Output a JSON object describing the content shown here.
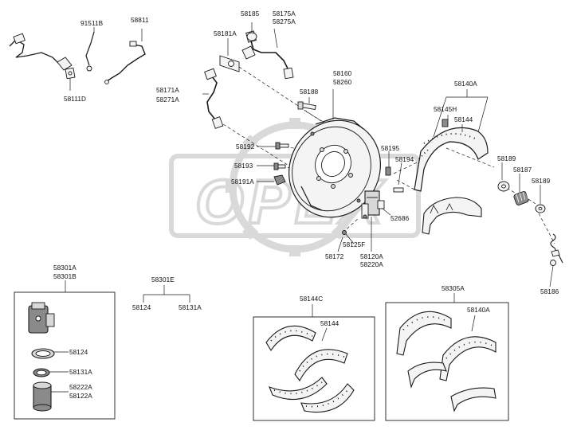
{
  "watermark": "OPEX",
  "colors": {
    "line": "#1a1a1a",
    "watermark": "#d9d9d9",
    "fill_light": "#f4f4f4",
    "fill_mid": "#d8d8d8",
    "fill_dark": "#8a8a8a"
  },
  "labels": {
    "p91511B": "91511B",
    "p58811": "58811",
    "p58111D": "58111D",
    "p58185": "58185",
    "p58175A": "58175A",
    "p58275A": "58275A",
    "p58181A": "58181A",
    "p58171A": "58171A",
    "p58271A": "58271A",
    "p58188": "58188",
    "p58160": "58160",
    "p58260": "58260",
    "p58140A_top": "58140A",
    "p58145H": "58145H",
    "p58144_top": "58144",
    "p58192": "58192",
    "p58195": "58195",
    "p58194": "58194",
    "p58193": "58193",
    "p58191A": "58191A",
    "p58189a": "58189",
    "p58187": "58187",
    "p58189b": "58189",
    "p52686": "52686",
    "p58125F": "58125F",
    "p58172": "58172",
    "p58120A": "58120A",
    "p58220A": "58220A",
    "p58186": "58186",
    "p58301A": "58301A",
    "p58301B": "58301B",
    "p58301E": "58301E",
    "p58124_mid": "58124",
    "p58131A_mid": "58131A",
    "p58124_box": "58124",
    "p58131A_box": "58131A",
    "p58222A": "58222A",
    "p58122A": "58122A",
    "p58144C": "58144C",
    "p58144_box": "58144",
    "p58305A": "58305A",
    "p58140A_box": "58140A"
  }
}
